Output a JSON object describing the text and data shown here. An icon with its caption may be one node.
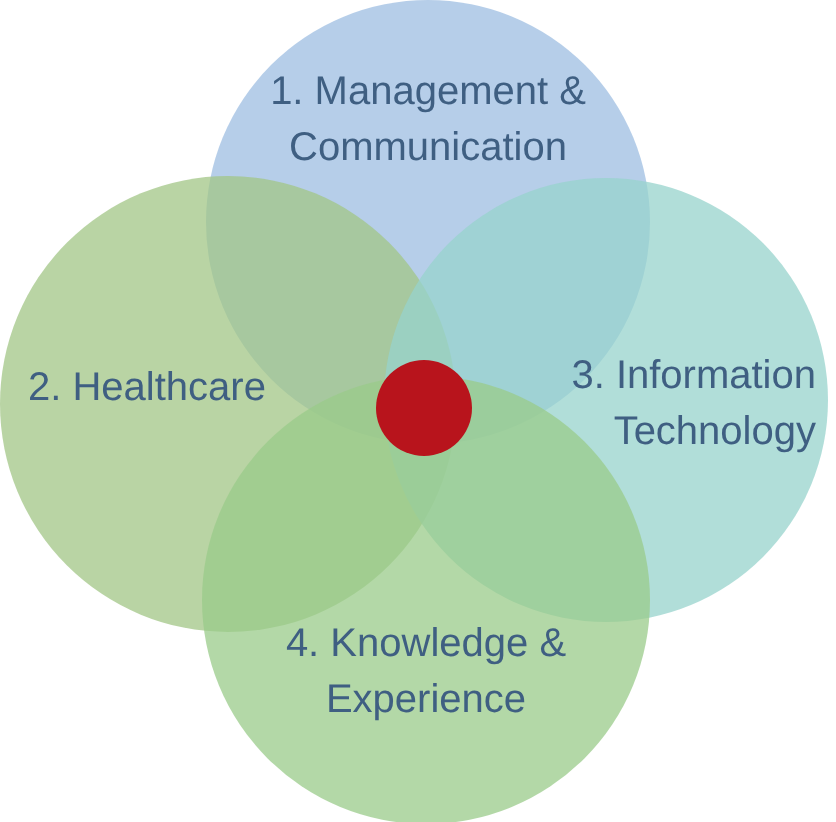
{
  "diagram": {
    "nodes": [
      {
        "text": [
          "1. Management & Communication"
        ]
      },
      {
        "text": [
          "2. Healthcare"
        ]
      },
      {
        "text": [
          "3. Information Technology"
        ]
      },
      {
        "text": [
          "4. Knowledge & Experience"
        ]
      },
      {
        "text": [],
        "shape": "circle"
      }
    ]
  }
}
